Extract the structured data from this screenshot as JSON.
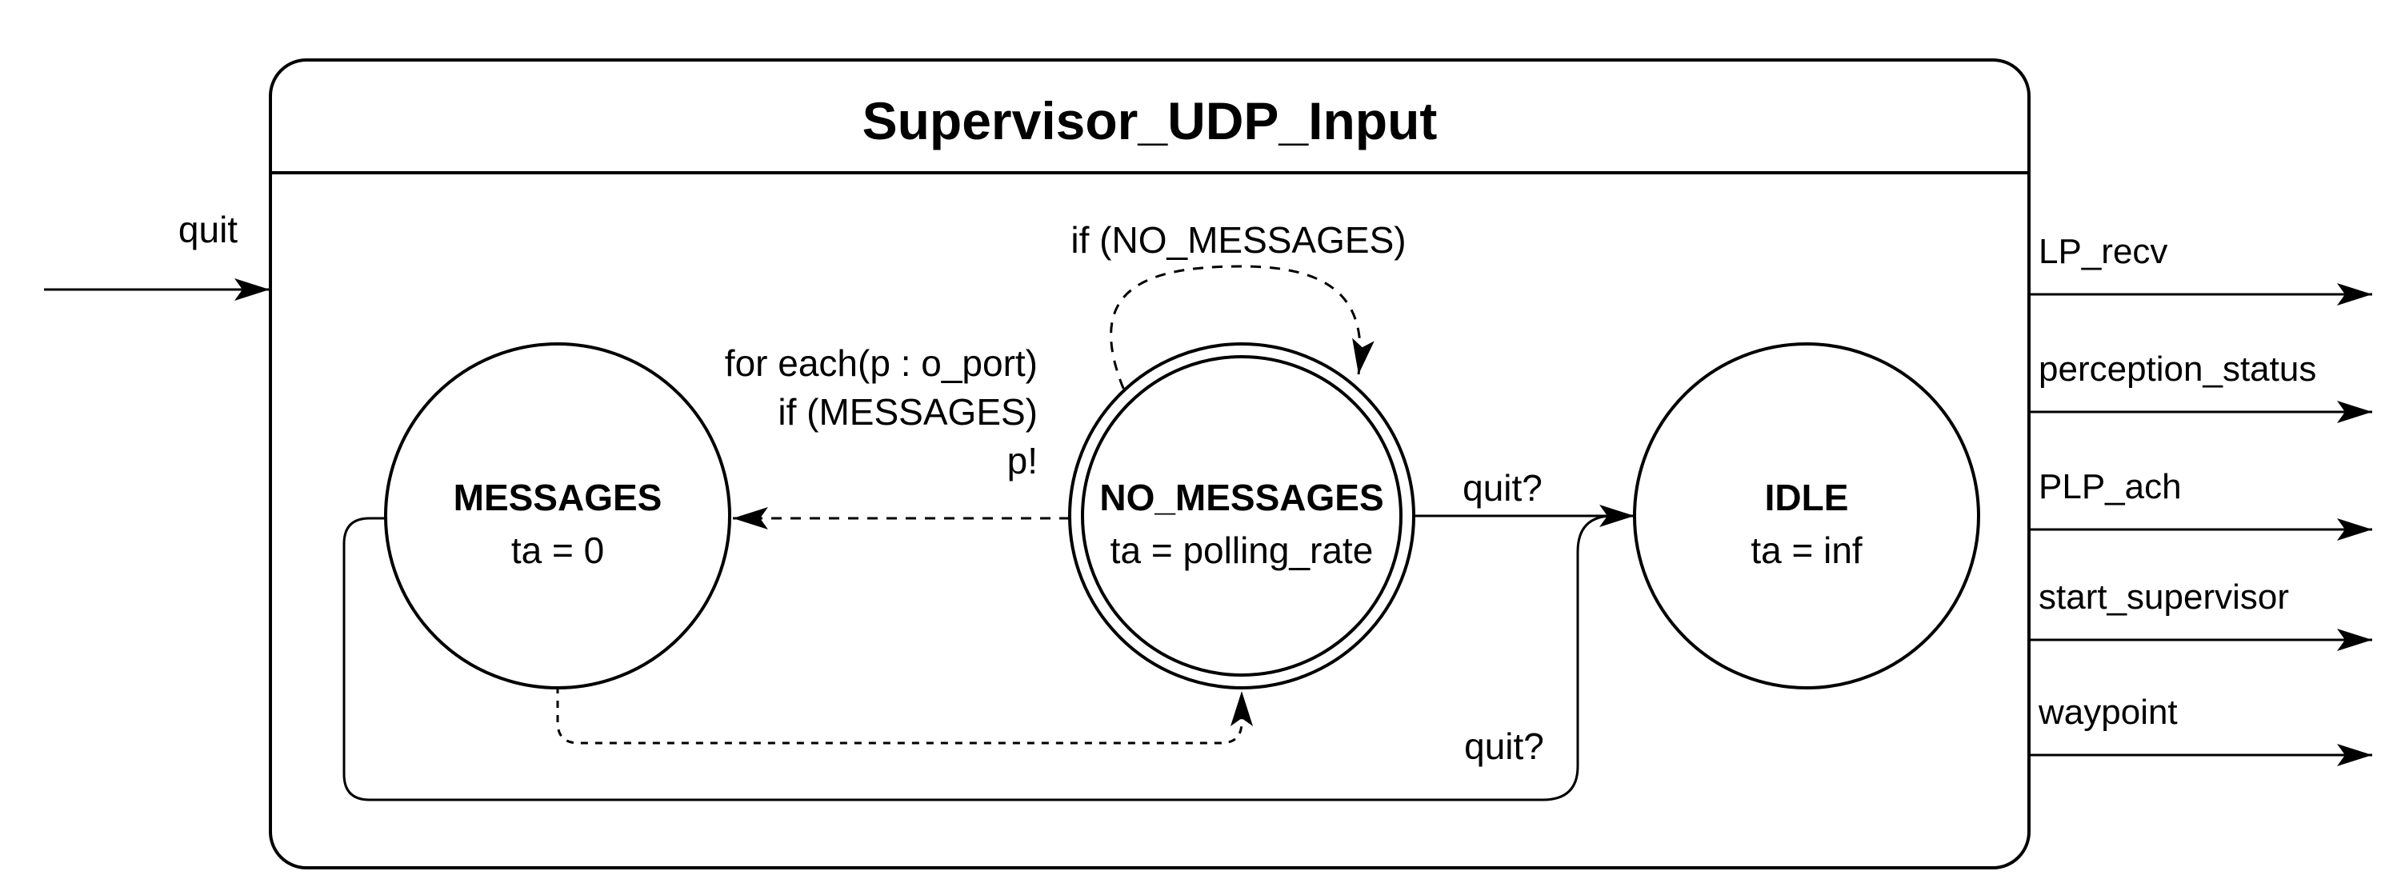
{
  "diagram": {
    "title": "Supervisor_UDP_Input",
    "colors": {
      "ink": "#000000",
      "background": "#ffffff"
    },
    "input_port": {
      "label": "quit"
    },
    "states": [
      {
        "name": "MESSAGES",
        "ta": "ta = 0"
      },
      {
        "name": "NO_MESSAGES",
        "ta": "ta = polling_rate"
      },
      {
        "name": "IDLE",
        "ta": "ta = inf"
      }
    ],
    "transitions": {
      "self_loop_label": "if (NO_MESSAGES)",
      "external_to_messages_lines": [
        "for each(p : o_port)",
        "if (MESSAGES)",
        "p!"
      ],
      "no_messages_to_idle_label": "quit?",
      "messages_to_idle_label": "quit?"
    },
    "output_ports": [
      {
        "label": "LP_recv"
      },
      {
        "label": "perception_status"
      },
      {
        "label": "PLP_ach"
      },
      {
        "label": "start_supervisor"
      },
      {
        "label": "waypoint"
      }
    ]
  }
}
